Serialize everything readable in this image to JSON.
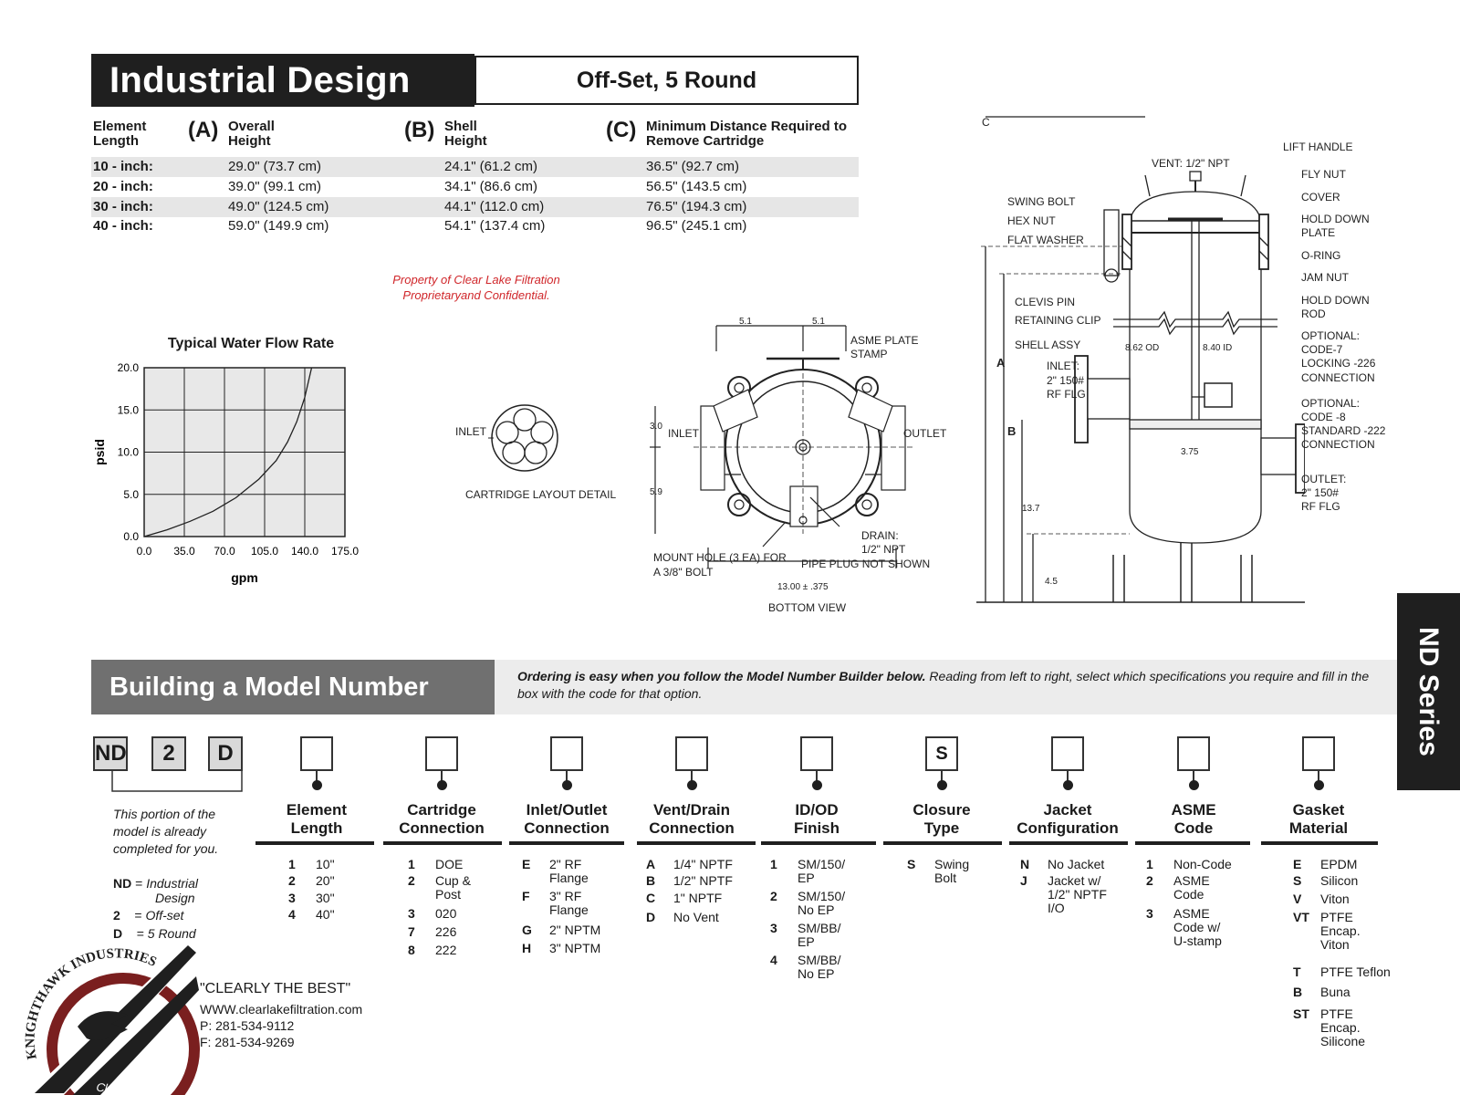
{
  "header": {
    "title": "Industrial Design",
    "subtitle": "Off-Set, 5 Round"
  },
  "spec_table": {
    "col0": "Element Length",
    "col1_letter": "(A)",
    "col1": "Overall Height",
    "col2_letter": "(B)",
    "col2": "Shell Height",
    "col3_letter": "(C)",
    "col3": "Minimum Distance Required to Remove Cartridge",
    "rows": [
      {
        "label": "10 - inch:",
        "a": "29.0\" (73.7 cm)",
        "b": "24.1\" (61.2 cm)",
        "c": "36.5\" (92.7 cm)"
      },
      {
        "label": "20 - inch:",
        "a": "39.0\" (99.1 cm)",
        "b": "34.1\" (86.6 cm)",
        "c": "56.5\" (143.5 cm)"
      },
      {
        "label": "30 - inch:",
        "a": "49.0\" (124.5 cm)",
        "b": "44.1\" (112.0 cm)",
        "c": "76.5\" (194.3 cm)"
      },
      {
        "label": "40 - inch:",
        "a": "59.0\" (149.9 cm)",
        "b": "54.1\" (137.4 cm)",
        "c": "96.5\" (245.1 cm)"
      }
    ]
  },
  "notice": {
    "line1": "Property of Clear Lake Filtration",
    "line2": "Proprietaryand Confidential."
  },
  "chart_data": {
    "type": "line",
    "title": "Typical Water Flow Rate",
    "xlabel": "gpm",
    "ylabel": "psid",
    "xlim": [
      0,
      175
    ],
    "ylim": [
      0,
      20
    ],
    "xticks": [
      "0.0",
      "35.0",
      "70.0",
      "105.0",
      "140.0",
      "175.0"
    ],
    "yticks": [
      "0.0",
      "5.0",
      "10.0",
      "15.0",
      "20.0"
    ],
    "grid": true,
    "x": [
      0,
      20,
      40,
      60,
      80,
      100,
      115,
      125,
      133,
      140,
      146
    ],
    "y": [
      0,
      0.8,
      1.8,
      3.0,
      4.6,
      6.8,
      9.0,
      11.2,
      13.6,
      16.5,
      20
    ]
  },
  "cartridge_detail": {
    "inlet": "INLET",
    "caption": "CARTRIDGE LAYOUT DETAIL"
  },
  "bottom_view": {
    "dim_left": "5.1",
    "dim_right": "5.1",
    "asme_plate_1": "ASME PLATE",
    "asme_plate_2": "STAMP",
    "inlet": "INLET",
    "outlet": "OUTLET",
    "dim_30": "3.0",
    "dim_59": "5.9",
    "drain_1": "DRAIN:",
    "drain_2": "1/2\" NPT",
    "drain_3": "PIPE PLUG NOT SHOWN",
    "mount_1": "MOUNT HOLE (3 EA) FOR",
    "mount_2": "A 3/8\" BOLT",
    "width": "13.00 ± .375",
    "caption": "BOTTOM VIEW"
  },
  "side_view": {
    "c_mark": "C",
    "vent": "VENT:  1/2\" NPT",
    "lift_handle": "LIFT HANDLE",
    "fly_nut": "FLY NUT",
    "cover": "COVER",
    "hold_down_plate_1": "HOLD DOWN",
    "hold_down_plate_2": "PLATE",
    "o_ring": "O-RING",
    "jam_nut": "JAM NUT",
    "hold_down_rod_1": "HOLD DOWN",
    "hold_down_rod_2": "ROD",
    "code7_1": "OPTIONAL:",
    "code7_2": "CODE-7",
    "code7_3": "LOCKING -226",
    "code7_4": "CONNECTION",
    "code8_1": "OPTIONAL:",
    "code8_2": "CODE -8",
    "code8_3": "STANDARD -222",
    "code8_4": "CONNECTION",
    "outlet_1": "OUTLET:",
    "outlet_2": "2\" 150#",
    "outlet_3": "RF FLG",
    "swing_bolt": "SWING BOLT",
    "hex_nut": "HEX NUT",
    "flat_washer": "FLAT WASHER",
    "clevis_pin": "CLEVIS PIN",
    "retaining_clip": "RETAINING CLIP",
    "shell_assy": "SHELL ASSY",
    "inlet_1": "INLET:",
    "inlet_2": "2\" 150#",
    "inlet_3": "RF FLG",
    "od": "8.62 OD",
    "id": "8.40 ID",
    "dim_375": "3.75",
    "dim_a": "A",
    "dim_b": "B",
    "dim_137": "13.7",
    "dim_45": "4.5"
  },
  "model_builder": {
    "title": "Building a Model Number",
    "intro_bold": "Ordering is easy when you follow the Model Number Builder below.",
    "intro_rest": " Reading from left to right, select which specifications you require and fill in the box with the code for that option.",
    "prefilled": [
      "ND",
      "2",
      "D"
    ],
    "portion_note": "This portion of the model is already completed for you.",
    "legend": [
      {
        "code": "ND",
        "eq": "=",
        "desc_1": "Industrial",
        "desc_2": "Design"
      },
      {
        "code": "2",
        "eq": "=",
        "desc_1": "Off-set",
        "desc_2": ""
      },
      {
        "code": "D",
        "eq": "=",
        "desc_1": "5 Round",
        "desc_2": ""
      }
    ],
    "series_tab": "ND Series",
    "columns": [
      {
        "head_1": "Element",
        "head_2": "Length",
        "box": "",
        "options": [
          {
            "c": "1",
            "v": "10\""
          },
          {
            "c": "2",
            "v": "20\""
          },
          {
            "c": "3",
            "v": "30\""
          },
          {
            "c": "4",
            "v": "40\""
          }
        ]
      },
      {
        "head_1": "Cartridge",
        "head_2": "Connection",
        "box": "",
        "options": [
          {
            "c": "1",
            "v": "DOE"
          },
          {
            "c": "2",
            "v": "Cup &",
            "v2": "Post"
          },
          {
            "c": "3",
            "v": "020"
          },
          {
            "c": "7",
            "v": "226"
          },
          {
            "c": "8",
            "v": "222"
          }
        ]
      },
      {
        "head_1": "Inlet/Outlet",
        "head_2": "Connection",
        "box": "",
        "options": [
          {
            "c": "E",
            "v": "2\" RF",
            "v2": "Flange"
          },
          {
            "c": "F",
            "v": "3\" RF",
            "v2": "Flange"
          },
          {
            "c": "G",
            "v": "2\" NPTM"
          },
          {
            "c": "H",
            "v": "3\" NPTM"
          }
        ]
      },
      {
        "head_1": "Vent/Drain",
        "head_2": "Connection",
        "box": "",
        "options": [
          {
            "c": "A",
            "v": "1/4\" NPTF"
          },
          {
            "c": "B",
            "v": "1/2\" NPTF"
          },
          {
            "c": "C",
            "v": "1\" NPTF"
          },
          {
            "c": "D",
            "v": "No Vent"
          }
        ]
      },
      {
        "head_1": "ID/OD",
        "head_2": "Finish",
        "box": "",
        "options": [
          {
            "c": "1",
            "v": "SM/150/",
            "v2": "EP"
          },
          {
            "c": "2",
            "v": "SM/150/",
            "v2": "No EP"
          },
          {
            "c": "3",
            "v": "SM/BB/",
            "v2": "EP"
          },
          {
            "c": "4",
            "v": "SM/BB/",
            "v2": "No EP"
          }
        ]
      },
      {
        "head_1": "Closure",
        "head_2": "Type",
        "box": "S",
        "options": [
          {
            "c": "S",
            "v": "Swing",
            "v2": "Bolt"
          }
        ]
      },
      {
        "head_1": "Jacket",
        "head_2": "Configuration",
        "box": "",
        "options": [
          {
            "c": "N",
            "v": "No Jacket"
          },
          {
            "c": "J",
            "v": "Jacket w/",
            "v2": "1/2\" NPTF",
            "v3": "I/O"
          }
        ]
      },
      {
        "head_1": "ASME",
        "head_2": "Code",
        "box": "",
        "options": [
          {
            "c": "1",
            "v": "Non-Code"
          },
          {
            "c": "2",
            "v": "ASME",
            "v2": "Code"
          },
          {
            "c": "3",
            "v": "ASME",
            "v2": "Code w/",
            "v3": "U-stamp"
          }
        ]
      },
      {
        "head_1": "Gasket",
        "head_2": "Material",
        "box": "",
        "options": [
          {
            "c": "E",
            "v": "EPDM"
          },
          {
            "c": "S",
            "v": "Silicon"
          },
          {
            "c": "V",
            "v": "Viton"
          },
          {
            "c": "VT",
            "v": "PTFE",
            "v2": "Encap.",
            "v3": "Viton"
          },
          {
            "c": "T",
            "v": "PTFE  Teflon"
          },
          {
            "c": "B",
            "v": "Buna"
          },
          {
            "c": "ST",
            "v": "PTFE",
            "v2": "Encap.",
            "v3": "Silicone"
          }
        ]
      }
    ]
  },
  "footer": {
    "logo_arc": "KNIGHTHAWK INDUSTRIES",
    "logo_sub": "Clear Lake Filtration",
    "tagline": "\"CLEARLY THE BEST\"",
    "web": "WWW.clearlakefiltration.com",
    "phone": "P: 281-534-9112",
    "fax": "F: 281-534-9269"
  }
}
